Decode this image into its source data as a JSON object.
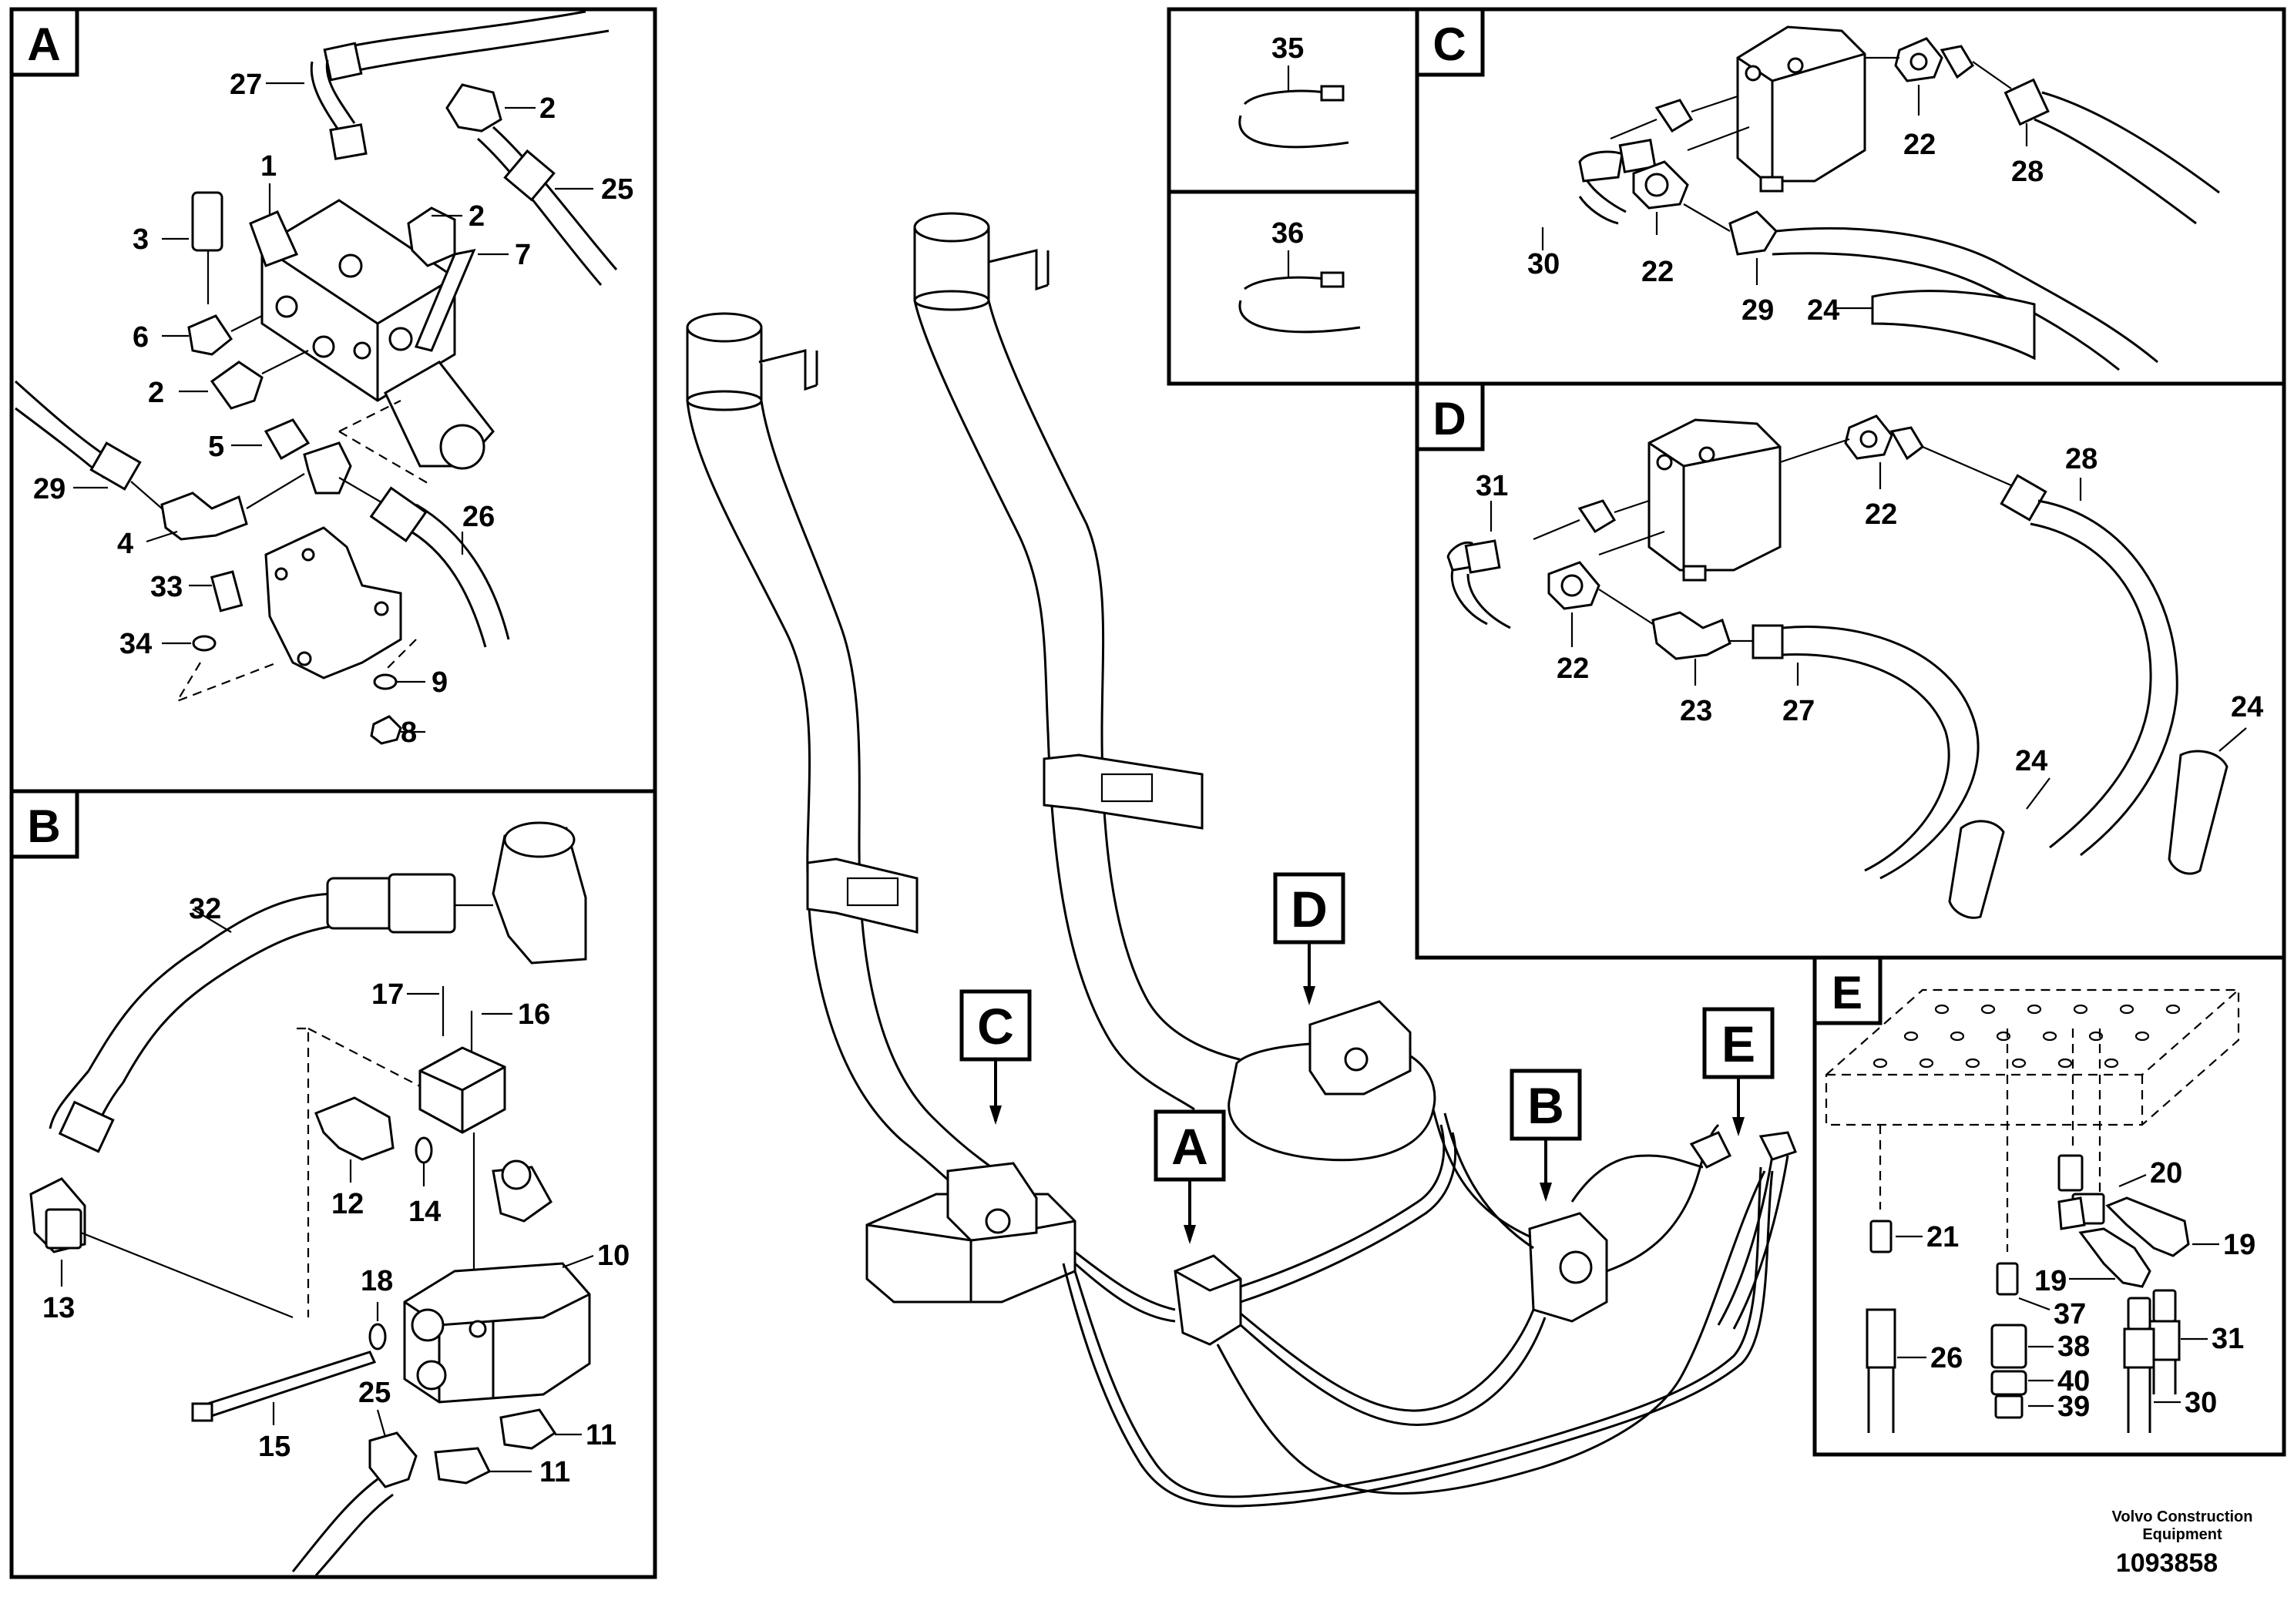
{
  "panels": {
    "A": {
      "letter": "A"
    },
    "B": {
      "letter": "B"
    },
    "C": {
      "letter": "C"
    },
    "D": {
      "letter": "D"
    },
    "E": {
      "letter": "E"
    }
  },
  "callouts": {
    "A": "A",
    "B": "B",
    "C": "C",
    "D": "D",
    "E": "E"
  },
  "part_labels": {
    "panel_a": [
      "27",
      "2",
      "1",
      "25",
      "2",
      "3",
      "7",
      "6",
      "2",
      "5",
      "29",
      "26",
      "4",
      "33",
      "34",
      "9",
      "8"
    ],
    "panel_b": [
      "32",
      "17",
      "16",
      "12",
      "14",
      "10",
      "13",
      "18",
      "11",
      "15",
      "25",
      "11"
    ],
    "strap_35": "35",
    "strap_36": "36",
    "panel_c": [
      "22",
      "28",
      "30",
      "22",
      "29",
      "24"
    ],
    "panel_d": [
      "31",
      "28",
      "22",
      "22",
      "23",
      "27",
      "24",
      "24"
    ],
    "panel_e": [
      "20",
      "21",
      "19",
      "19",
      "37",
      "31",
      "26",
      "38",
      "40",
      "39",
      "30"
    ]
  },
  "footer": {
    "brand_line1": "Volvo Construction",
    "brand_line2": "Equipment",
    "drawing_number": "1093858"
  }
}
